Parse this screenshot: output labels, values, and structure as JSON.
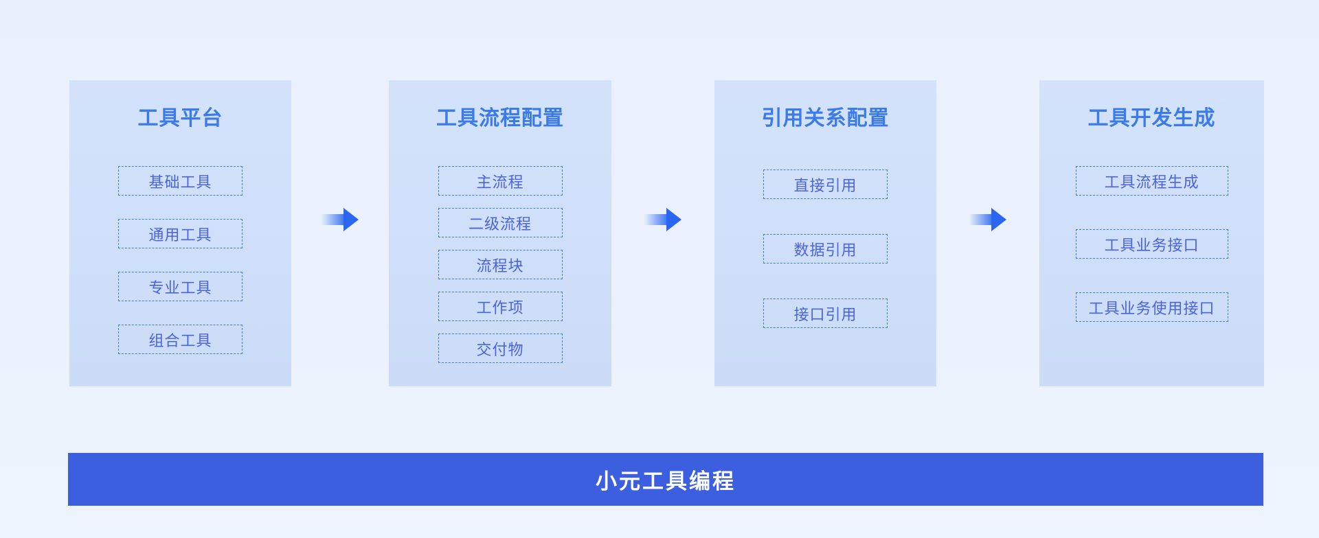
{
  "diagram": {
    "columns": [
      {
        "title": "工具平台",
        "items": [
          "基础工具",
          "通用工具",
          "专业工具",
          "组合工具"
        ]
      },
      {
        "title": "工具流程配置",
        "items": [
          "主流程",
          "二级流程",
          "流程块",
          "工作项",
          "交付物"
        ]
      },
      {
        "title": "引用关系配置",
        "items": [
          "直接引用",
          "数据引用",
          "接口引用"
        ]
      },
      {
        "title": "工具开发生成",
        "items": [
          "工具流程生成",
          "工具业务接口",
          "工具业务使用接口"
        ]
      }
    ],
    "arrows": {
      "count": 3,
      "direction": "right"
    },
    "banner": {
      "label": "小元工具编程"
    }
  },
  "colors": {
    "page_background_top": "#e9f0fc",
    "page_background_bottom": "#eef4fd",
    "panel_background_top": "#d4e3fb",
    "panel_background_bottom": "#cbdcf8",
    "panel_title_text": "#3b7ae9",
    "item_text": "#4c63de",
    "item_border": "#3e7ee9",
    "arrow": "#2a66ef",
    "banner_background": "#3c5fe0",
    "banner_text": "#ffffff"
  }
}
